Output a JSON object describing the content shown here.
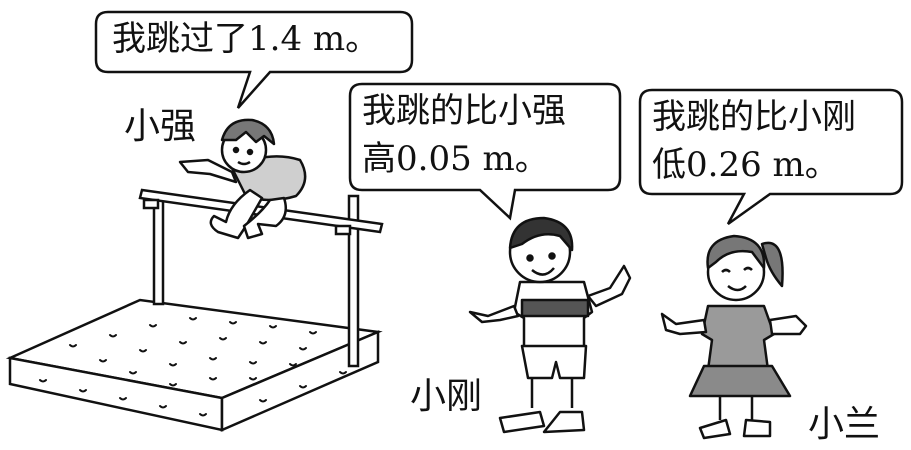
{
  "scene": {
    "speech": {
      "xiaoqiang": "我跳过了1.4 m。",
      "xiaogang_line1": "我跳的比小强",
      "xiaogang_line2": "高0.05 m。",
      "xiaolan_line1": "我跳的比小刚",
      "xiaolan_line2": "低0.26 m。"
    },
    "names": {
      "xiaoqiang": "小强",
      "xiaogang": "小刚",
      "xiaolan": "小兰"
    }
  }
}
